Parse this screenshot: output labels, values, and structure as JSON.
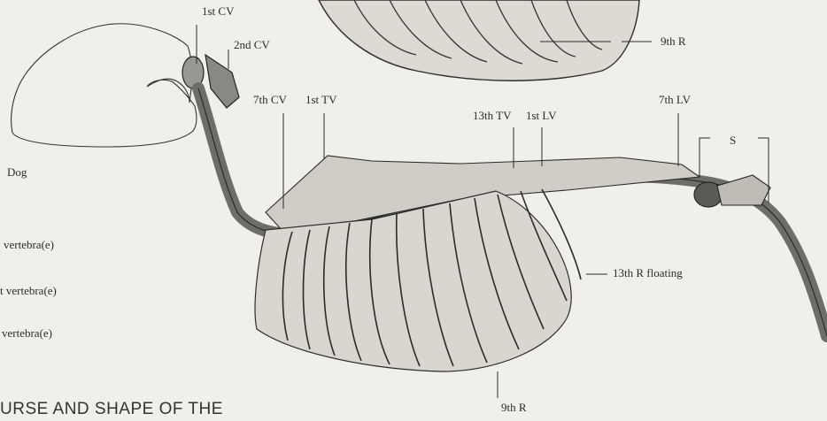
{
  "colors": {
    "paper": "#f1efe9",
    "ink": "#2b2b2b",
    "rib_fill": "#d8d6cf",
    "spine_shade": "#6f6d68"
  },
  "figure": {
    "animal_label": "Dog",
    "labels": {
      "cv1": "1st CV",
      "cv2": "2nd CV",
      "cv7": "7th CV",
      "tv1": "1st TV",
      "tv13": "13th TV",
      "lv1": "1st LV",
      "lv7": "7th LV",
      "sacrum": "S",
      "rib9_top": "9th R",
      "rib13": "13th R floating",
      "rib9_bottom": "9th R"
    }
  },
  "legend": {
    "items": [
      {
        "text": "vertebra(e)"
      },
      {
        "text": "t vertebra(e)"
      },
      {
        "text": "vertebra(e)"
      }
    ]
  },
  "caption": {
    "text": "URSE AND SHAPE OF THE"
  }
}
